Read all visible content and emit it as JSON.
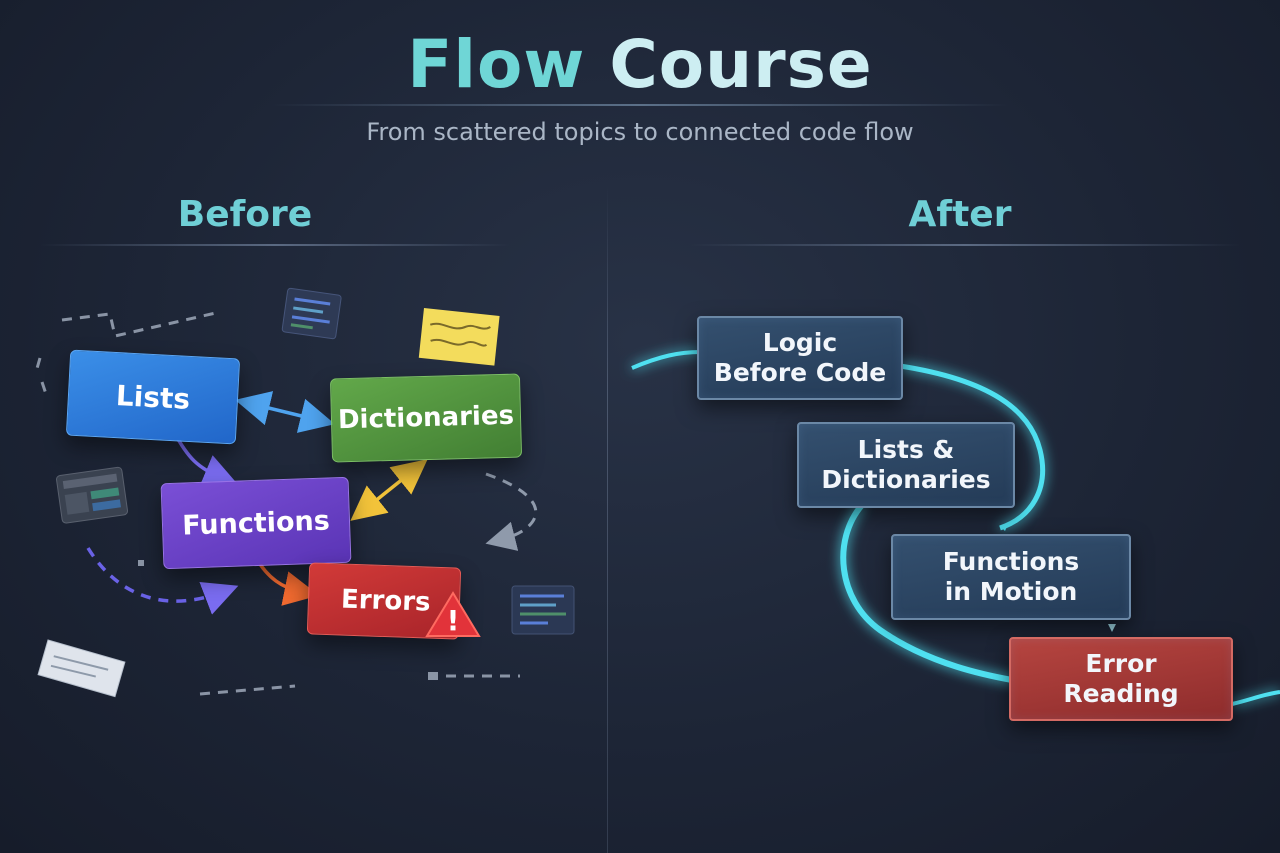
{
  "header": {
    "title_word1": "Flow",
    "title_word2": "Course",
    "subtitle": "From scattered topics to connected code flow"
  },
  "before": {
    "heading": "Before",
    "cards": {
      "lists": "Lists",
      "dictionaries": "Dictionaries",
      "functions": "Functions",
      "errors": "Errors"
    },
    "warning_symbol": "!",
    "colors": {
      "lists": "#2f7ddc",
      "dictionaries": "#539a3e",
      "functions": "#6a42c8",
      "errors": "#c32f30"
    }
  },
  "after": {
    "heading": "After",
    "steps": [
      {
        "line1": "Logic",
        "line2": "Before Code"
      },
      {
        "line1": "Lists &",
        "line2": "Dictionaries"
      },
      {
        "line1": "Functions",
        "line2": "in Motion"
      },
      {
        "line1": "Error",
        "line2": "Reading"
      }
    ],
    "colors": {
      "step": "#2c4564",
      "error_step": "#a3393a",
      "flow_glow": "#4fe0f0"
    }
  }
}
